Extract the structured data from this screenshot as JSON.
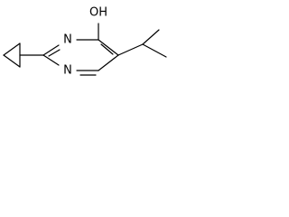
{
  "structure": {
    "atoms": {
      "n1": {
        "symbol": "N"
      },
      "n3": {
        "symbol": "N"
      },
      "oh": {
        "symbol": "OH"
      }
    }
  }
}
